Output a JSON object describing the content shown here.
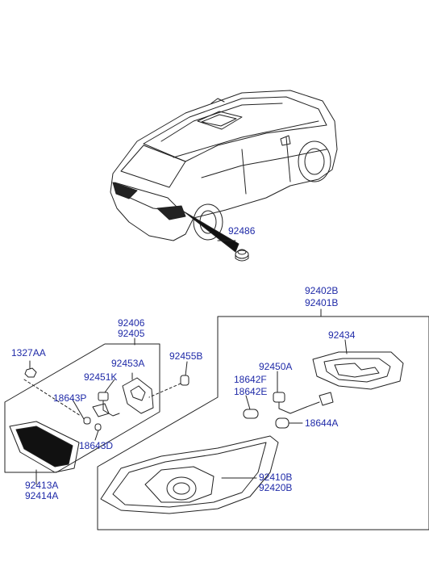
{
  "labels": {
    "clip_92486": "92486",
    "assy_rh": "92402B",
    "assy_lh": "92401B",
    "housing_rh": "92406",
    "housing_lh": "92405",
    "screw": "1327AA",
    "holder_92453a": "92453A",
    "grommet": "92455B",
    "gasket": "92434",
    "socket_92450a": "92450A",
    "socket_92451k": "92451K",
    "bulb_18642f": "18642F",
    "bulb_18642e": "18642E",
    "bulb_18643p": "18643P",
    "bulb_18644a": "18644A",
    "bulb_18643d": "18643D",
    "lens_92410b": "92410B",
    "lens_92420b": "92420B",
    "lamp_92413a": "92413A",
    "lamp_92414a": "92414A"
  }
}
